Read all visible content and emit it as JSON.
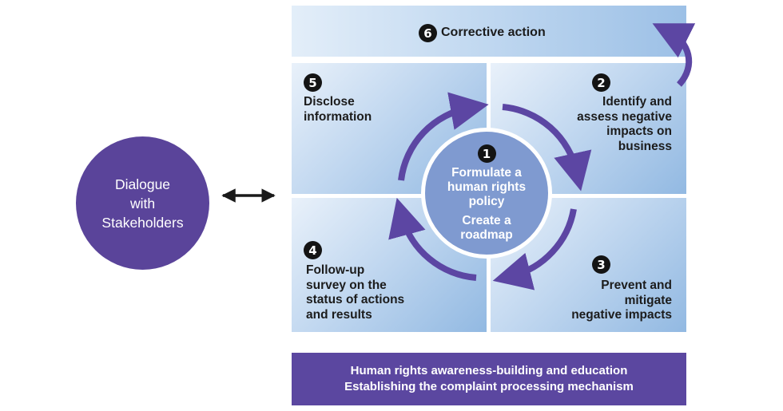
{
  "stakeholders": {
    "lines": [
      "Dialogue",
      "with",
      "Stakeholders"
    ]
  },
  "steps": {
    "s1": {
      "num": "1",
      "lines": [
        "Formulate a",
        "human rights",
        "policy"
      ],
      "lines2": [
        "Create a",
        "roadmap"
      ]
    },
    "s2": {
      "num": "2",
      "lines": [
        "Identify and",
        "assess negative",
        "impacts on",
        "business"
      ]
    },
    "s3": {
      "num": "3",
      "lines": [
        "Prevent and",
        "mitigate",
        "negative impacts"
      ]
    },
    "s4": {
      "num": "4",
      "lines": [
        "Follow-up",
        "survey on the",
        "status of actions",
        "and results"
      ]
    },
    "s5": {
      "num": "5",
      "lines": [
        "Disclose",
        "information"
      ]
    },
    "s6": {
      "num": "6",
      "label": "Corrective action"
    }
  },
  "bottom": {
    "lines": [
      "Human rights awareness-building and education",
      "Establishing the complaint processing mechanism"
    ]
  },
  "colors": {
    "purple": "#5a449a",
    "arrow": "#5c46a3",
    "center": "#7f9ad0",
    "panel_light": "#e9f1fa",
    "panel_dark": "#92b9e2"
  }
}
